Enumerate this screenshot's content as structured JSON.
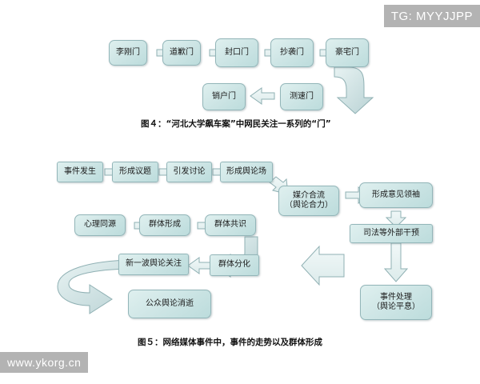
{
  "watermarks": {
    "top_right": "TG: MYYJJPP",
    "bottom_left": "www.ykorg.cn"
  },
  "figure4": {
    "caption": "图４：“河北大学飙车案”中网民关注一系列的“门”",
    "nodes": [
      {
        "id": "li-gang-gate",
        "label": "李刚门"
      },
      {
        "id": "apology-gate",
        "label": "道歉门"
      },
      {
        "id": "gag-order-gate",
        "label": "封口门"
      },
      {
        "id": "plagiarism-gate",
        "label": "抄袭门"
      },
      {
        "id": "mansion-gate",
        "label": "豪宅门"
      },
      {
        "id": "speed-test-gate",
        "label": "测速门"
      },
      {
        "id": "account-cancel-gate",
        "label": "销户门"
      }
    ]
  },
  "figure5": {
    "caption": "图５：网络媒体事件中，事件的走势以及群体形成",
    "nodes": [
      {
        "id": "event-occurs",
        "label": "事件发生"
      },
      {
        "id": "topic-forms",
        "label": "形成议题"
      },
      {
        "id": "discussion-triggered",
        "label": "引发讨论"
      },
      {
        "id": "opinion-field-forms",
        "label": "形成舆论场"
      },
      {
        "id": "media-convergence",
        "label": "媒介合流\n（舆论合力）"
      },
      {
        "id": "opinion-leader",
        "label": "形成意见领袖"
      },
      {
        "id": "judicial-intervention",
        "label": "司法等外部干预"
      },
      {
        "id": "event-handled",
        "label": "事件处理\n（舆论平息）"
      },
      {
        "id": "psychological-homology",
        "label": "心理同源"
      },
      {
        "id": "group-forms",
        "label": "群体形成"
      },
      {
        "id": "group-consensus",
        "label": "群体共识"
      },
      {
        "id": "group-differentiation",
        "label": "群体分化"
      },
      {
        "id": "new-opinion-wave",
        "label": "新一波舆论关注"
      },
      {
        "id": "public-opinion-fades",
        "label": "公众舆论消逝"
      }
    ]
  },
  "colors": {
    "node_fill": "#cfe6e6",
    "node_border": "#93b6b9",
    "arrow_fill": "#e4efef",
    "arrow_stroke": "#8fb0b3",
    "watermark_bg": "#b3b3b3",
    "page_bg": "#ffffff"
  }
}
